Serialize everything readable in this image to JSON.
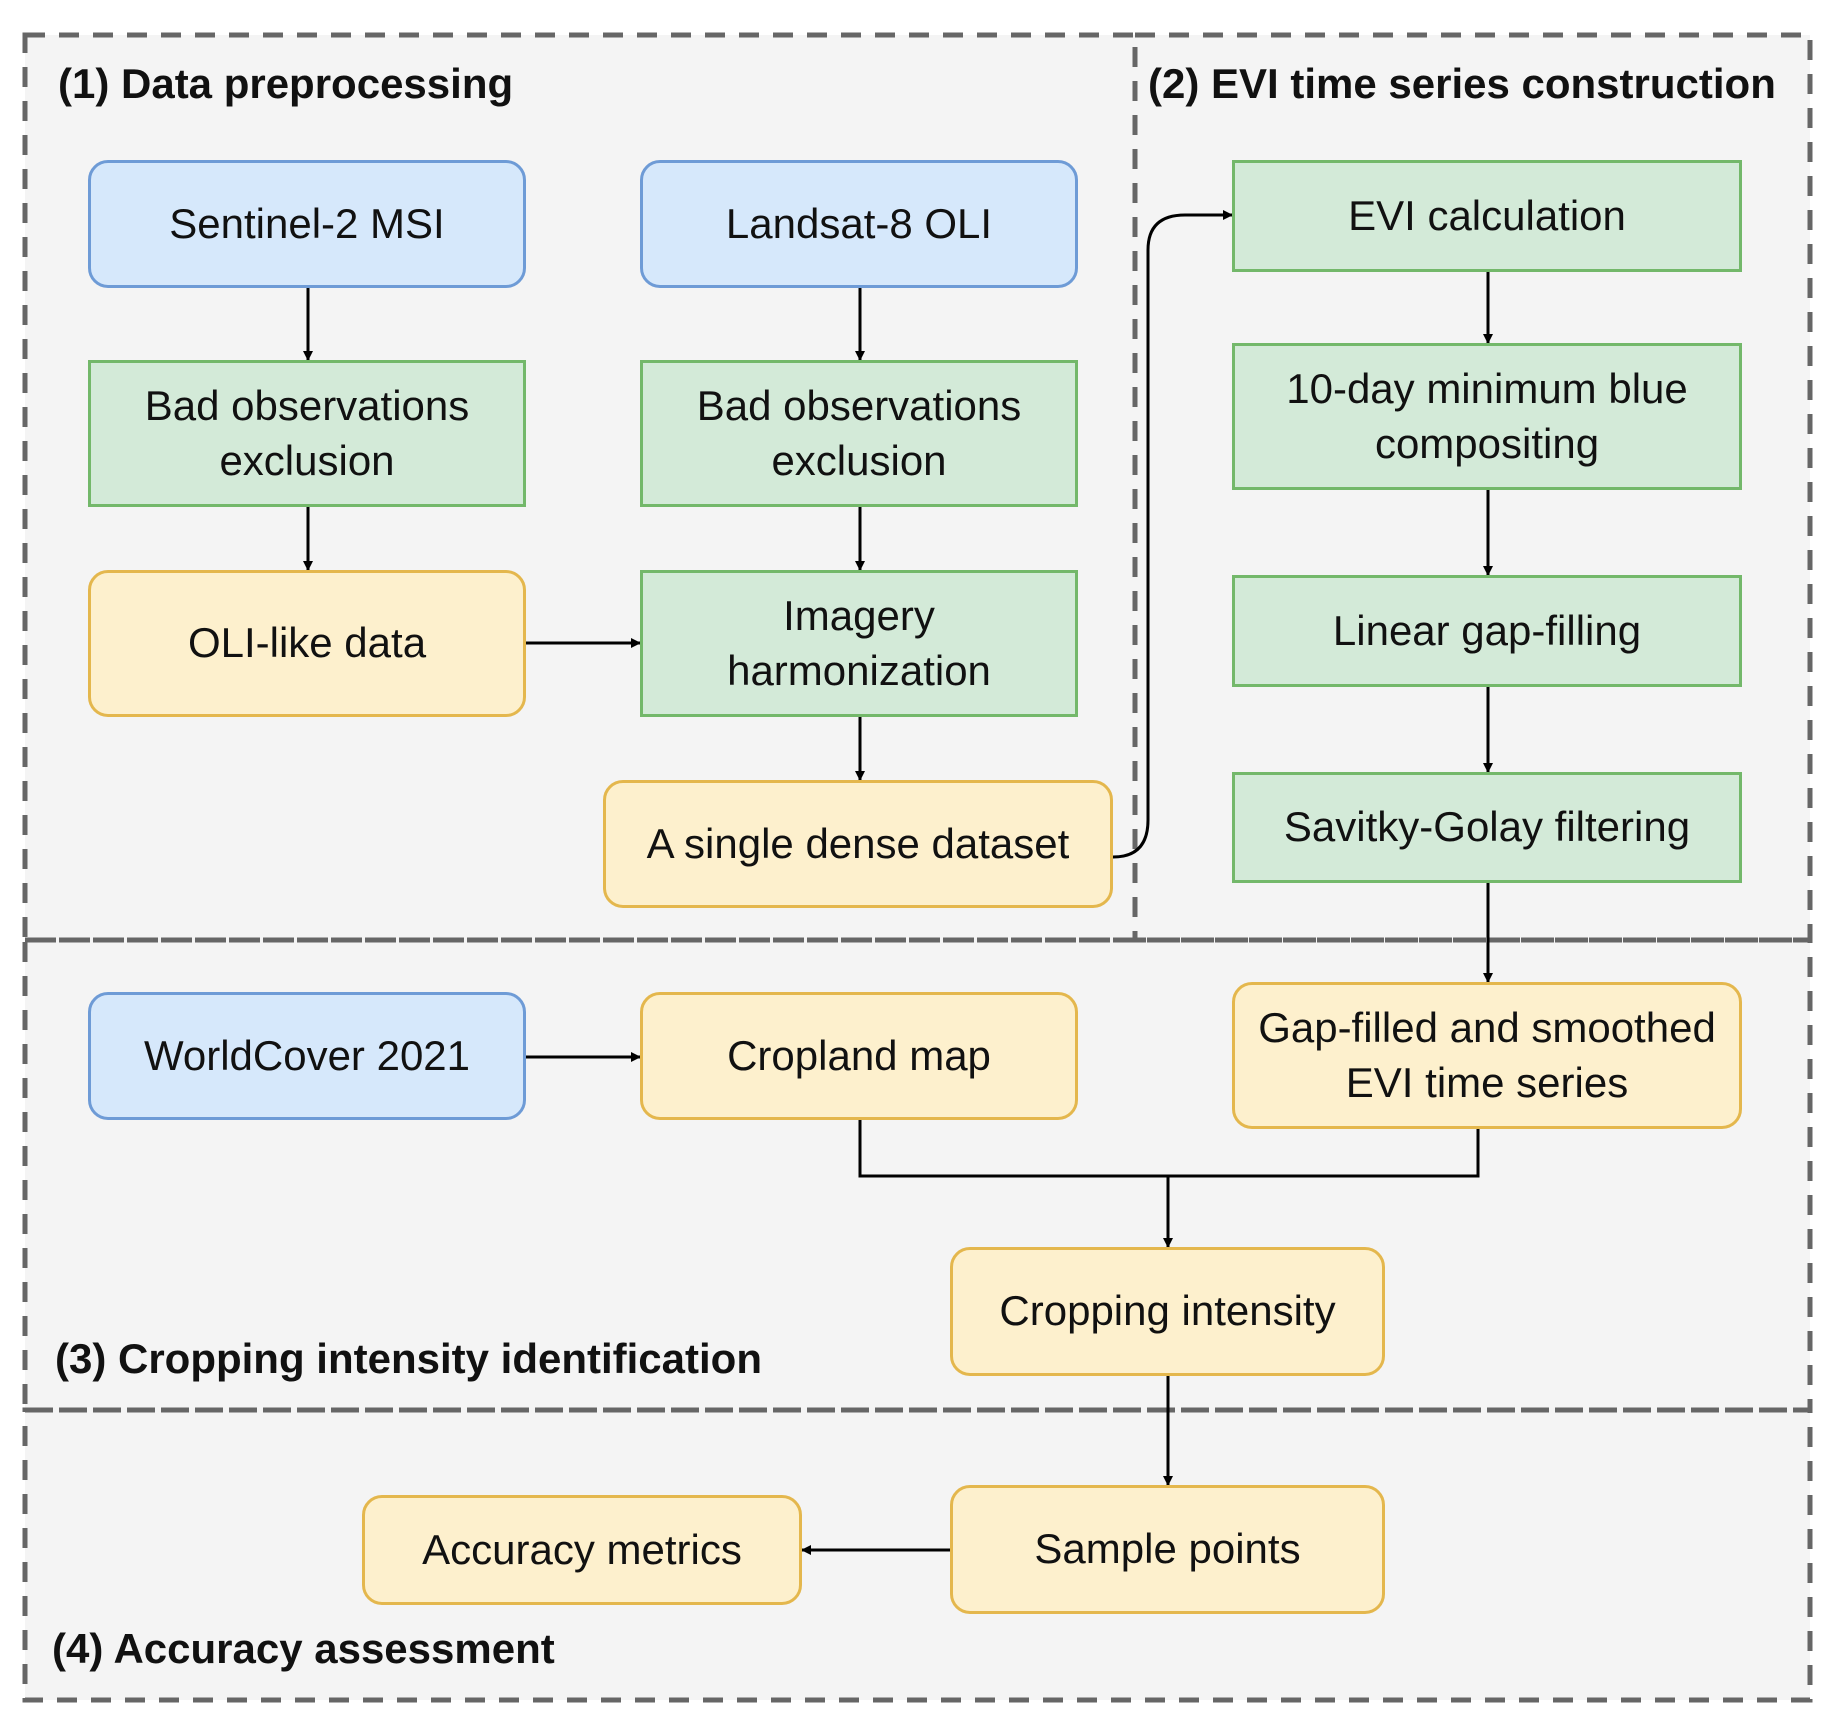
{
  "sections": {
    "s1": "(1) Data preprocessing",
    "s2": "(2) EVI time series construction",
    "s3": "(3) Cropping intensity identification",
    "s4": "(4) Accuracy assessment"
  },
  "nodes": {
    "sentinel": "Sentinel-2 MSI",
    "landsat": "Landsat-8 OLI",
    "bad_obs_s2": "Bad observations\nexclusion",
    "bad_obs_l8": "Bad observations\nexclusion",
    "oli_like": "OLI-like data",
    "harmonization": "Imagery\nharmonization",
    "dense_dataset": "A single dense dataset",
    "evi_calc": "EVI calculation",
    "composite": "10-day minimum blue\ncompositing",
    "gap_fill": "Linear gap-filling",
    "sg_filter": "Savitky-Golay filtering",
    "evi_series": "Gap-filled and smoothed\nEVI time series",
    "worldcover": "WorldCover 2021",
    "cropland": "Cropland map",
    "intensity": "Cropping intensity",
    "samples": "Sample points",
    "accuracy": "Accuracy metrics"
  },
  "colors": {
    "input_fill": "#d6e8fb",
    "process_fill": "#d3ead8",
    "product_fill": "#fdf0cd",
    "section_bg": "#f4f4f4",
    "dash": "#666666"
  }
}
